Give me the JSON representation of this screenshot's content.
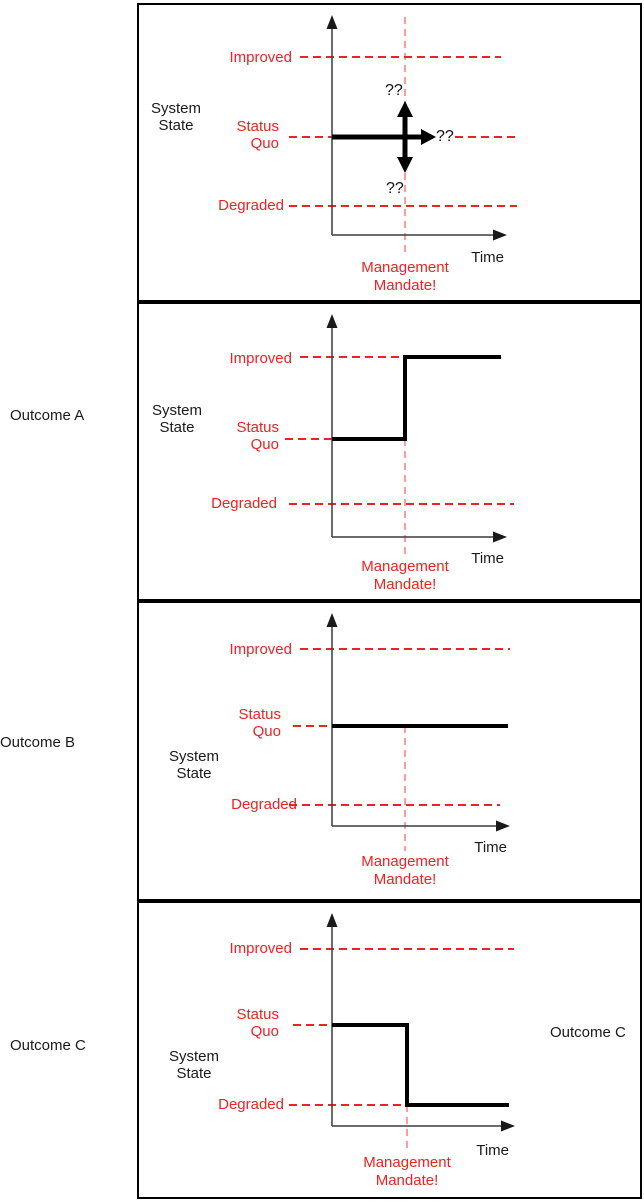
{
  "labels": {
    "system_state_line1": "System",
    "system_state_line2": "State",
    "improved": "Improved",
    "status_quo_line1": "Status",
    "status_quo_line2": "Quo",
    "degraded": "Degraded",
    "time": "Time",
    "mandate_line1": "Management",
    "mandate_line2": "Mandate!",
    "unknown": "??"
  },
  "outcomes": {
    "a": "Outcome A",
    "b": "Outcome B",
    "c": "Outcome C",
    "c_inside": "Outcome C"
  },
  "colors": {
    "label_red": "#ee2222",
    "dash_red": "#ee2222",
    "mandate_pink": "#ff9c9c",
    "line_black": "#000000",
    "axis_gray": "#3c3c3c"
  },
  "chart_data": [
    {
      "panel": "mandate-question",
      "type": "line",
      "title": "",
      "xlabel": "Time",
      "ylabel": "System State",
      "ytick_labels": [
        "Degraded",
        "Status Quo",
        "Improved"
      ],
      "event_label": "Management Mandate!",
      "series": [
        {
          "name": "system-state",
          "segments": [
            {
              "from": "start",
              "to": "mandate",
              "level": "Status Quo"
            }
          ],
          "after_mandate": "unknown: ?? up toward Improved, ?? continue Status Quo, ?? down toward Degraded"
        }
      ]
    },
    {
      "panel": "Outcome A",
      "type": "line",
      "xlabel": "Time",
      "ylabel": "System State",
      "ytick_labels": [
        "Degraded",
        "Status Quo",
        "Improved"
      ],
      "event_label": "Management Mandate!",
      "series": [
        {
          "name": "system-state",
          "segments": [
            {
              "from": "start",
              "to": "mandate",
              "level": "Status Quo"
            },
            {
              "from": "mandate",
              "to": "end",
              "level": "Improved"
            }
          ]
        }
      ]
    },
    {
      "panel": "Outcome B",
      "type": "line",
      "xlabel": "Time",
      "ylabel": "System State",
      "ytick_labels": [
        "Degraded",
        "Status Quo",
        "Improved"
      ],
      "event_label": "Management Mandate!",
      "series": [
        {
          "name": "system-state",
          "segments": [
            {
              "from": "start",
              "to": "end",
              "level": "Status Quo"
            }
          ]
        }
      ]
    },
    {
      "panel": "Outcome C",
      "type": "line",
      "xlabel": "Time",
      "ylabel": "System State",
      "ytick_labels": [
        "Degraded",
        "Status Quo",
        "Improved"
      ],
      "event_label": "Management Mandate!",
      "series": [
        {
          "name": "system-state",
          "segments": [
            {
              "from": "start",
              "to": "mandate",
              "level": "Status Quo"
            },
            {
              "from": "mandate",
              "to": "end",
              "level": "Degraded"
            }
          ]
        }
      ]
    }
  ]
}
